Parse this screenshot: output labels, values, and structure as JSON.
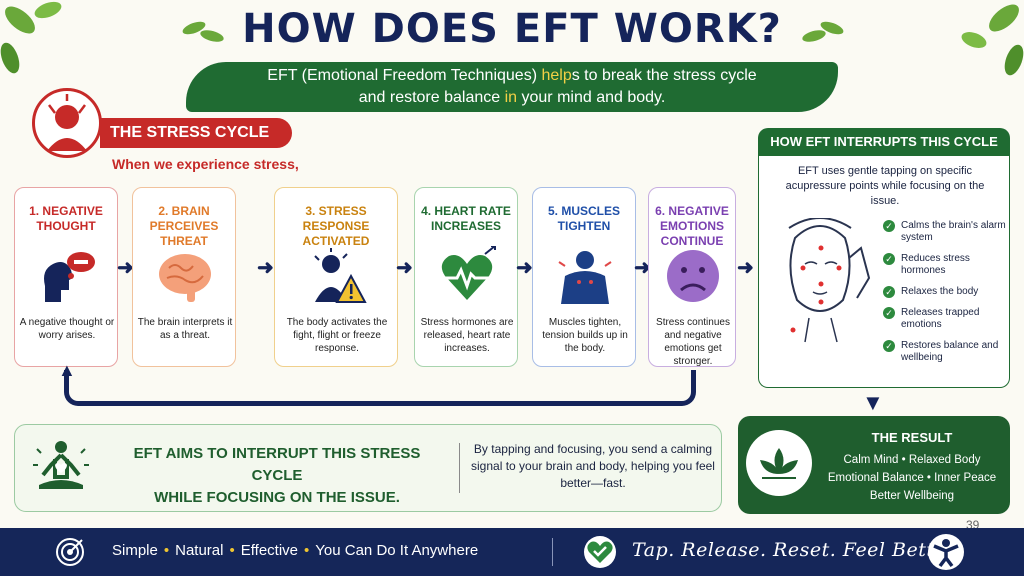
{
  "title": "HOW DOES EFT WORK?",
  "banner": {
    "line1_a": "EFT (Emotional Freedom Techniques) ",
    "line1_hl": "help",
    "line1_b": "s to break the stress cycle",
    "line2_a": "and restore balance ",
    "line2_hl": "in",
    "line2_b": " your mind and body."
  },
  "stress_cycle": {
    "heading": "THE STRESS CYCLE",
    "subheading": "When we experience stress,",
    "steps": [
      {
        "title": "1. NEGATIVE THOUGHT",
        "desc": "A negative thought or worry arises.",
        "color": "#c62a28",
        "icon": "head-negative-thought-icon"
      },
      {
        "title": "2. BRAIN PERCEIVES THREAT",
        "desc": "The brain interprets it as a threat.",
        "color": "#e07a2a",
        "icon": "brain-icon"
      },
      {
        "title": "3. STRESS RESPONSE ACTIVATED",
        "desc": "The body activates the fight, flight or freeze response.",
        "color": "#d68a1a",
        "icon": "person-warning-icon"
      },
      {
        "title": "4. HEART RATE INCREASES",
        "desc": "Stress hormones are released, heart rate increases.",
        "color": "#2d8a3e",
        "icon": "heart-rate-icon"
      },
      {
        "title": "5. MUSCLES TIGHTEN",
        "desc": "Muscles tighten, tension builds up in the body.",
        "color": "#1f4fa8",
        "icon": "tense-muscles-icon"
      },
      {
        "title": "6. NEGATIVE EMOTIONS CONTINUE",
        "desc": "Stress continues and negative emotions get stronger.",
        "color": "#7a3fb0",
        "icon": "sad-face-icon"
      }
    ]
  },
  "interrupt": {
    "heading": "HOW EFT INTERRUPTS THIS CYCLE",
    "intro": "EFT uses gentle tapping on specific acupressure points while focusing on the issue.",
    "benefits": [
      "Calms the brain's alarm system",
      "Reduces stress hormones",
      "Relaxes the body",
      "Releases trapped emotions",
      "Restores balance and wellbeing"
    ]
  },
  "aim": {
    "title_line1": "EFT AIMS TO INTERRUPT THIS STRESS CYCLE",
    "title_line2": "WHILE FOCUSING ON THE ISSUE.",
    "text": "By tapping and focusing, you send a calming signal to your brain and body, helping you feel better—fast."
  },
  "result": {
    "heading": "THE RESULT",
    "line1": "Calm Mind • Relaxed Body",
    "line2": "Emotional Balance • Inner Peace",
    "line3": "Better Wellbeing"
  },
  "footer": {
    "tags": [
      "Simple",
      "Natural",
      "Effective",
      "You Can Do It Anywhere"
    ],
    "tagline": "Tap. Release. Reset. Feel Better."
  },
  "page_number": "39",
  "colors": {
    "navy": "#15245a",
    "green": "#1f6b32",
    "red": "#c62a28"
  }
}
